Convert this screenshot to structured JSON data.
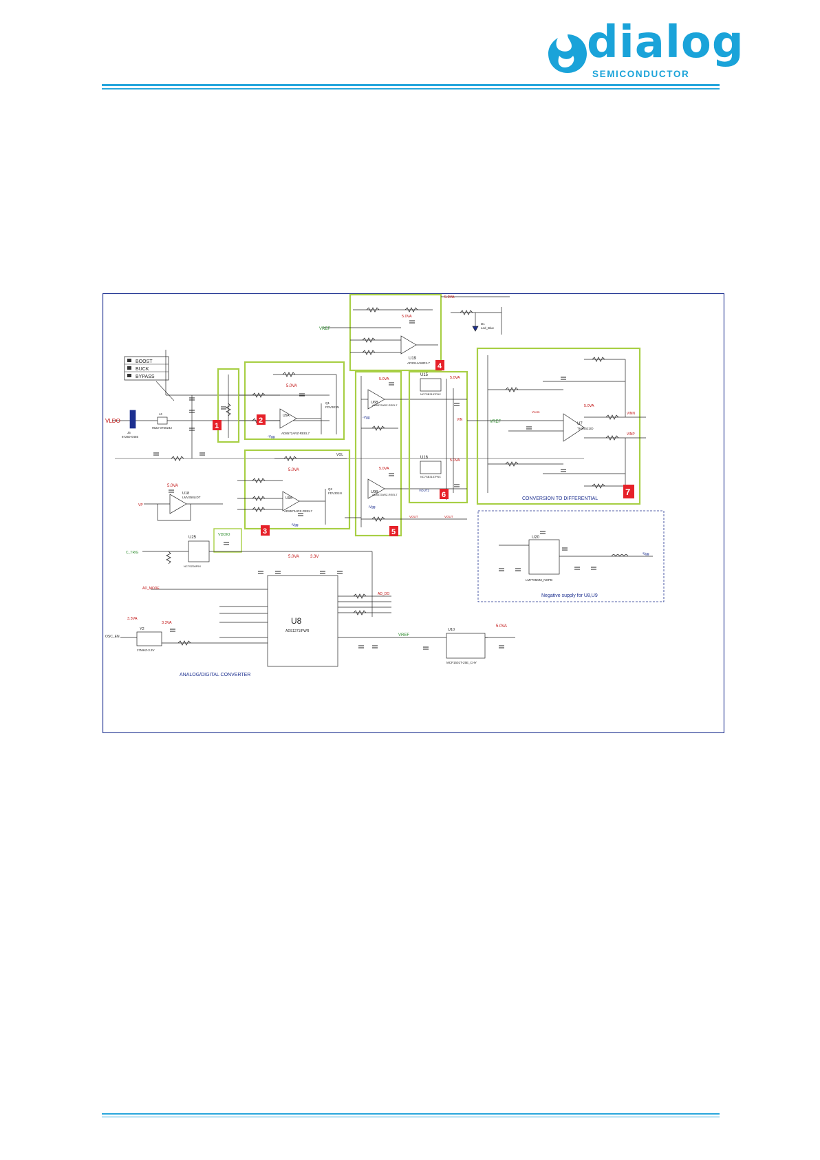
{
  "brand": {
    "name": "dialog",
    "subtitle": "SEMICONDUCTOR",
    "color": "#1aa3d9"
  },
  "schematic": {
    "mode_legend": [
      "BOOST",
      "BUCK",
      "BYPASS"
    ],
    "sections": [
      {
        "number": "1"
      },
      {
        "number": "2"
      },
      {
        "number": "3"
      },
      {
        "number": "4"
      },
      {
        "number": "5"
      },
      {
        "number": "6"
      },
      {
        "number": "7",
        "title": "CONVERSION TO DIFFERENTIAL"
      }
    ],
    "inputs": {
      "vldo": "VLDO",
      "vref": "VREF",
      "vp": "VP",
      "c_trig": "C_TRIG",
      "ad_mode": "AD_MODE",
      "osc_en": "OSC_EN"
    },
    "components": {
      "u19": {
        "ref": "U19",
        "part": "AP2014AWR3-7"
      },
      "u5a": {
        "ref": "U5A",
        "part": "AD8572ARZ-REEL7"
      },
      "u9a": {
        "ref": "U9A",
        "part": "AD8572ARZ-REEL7"
      },
      "u6b": {
        "ref": "U6B",
        "part": "AD8572ARZ-REEL7"
      },
      "u9b": {
        "ref": "U9B",
        "part": "AD8572ARZ-REEL7"
      },
      "u15": {
        "ref": "U15",
        "part": "NC7SB3157P6X"
      },
      "u16": {
        "ref": "U16",
        "part": "NC7SB3157P6X"
      },
      "u7": {
        "ref": "U7",
        "part": "THS4521ID"
      },
      "u18": {
        "ref": "U18",
        "part": "LMV358LIDT"
      },
      "u25": {
        "ref": "U25",
        "part": "NC7SZ08P5X"
      },
      "u8": {
        "ref": "U8",
        "part": "ADS1271IPWR"
      },
      "u20": {
        "ref": "U20",
        "part": "LM7705MM_NOPB"
      },
      "u10": {
        "ref": "U10",
        "part": "MCP1501T-25E_CHY"
      },
      "y2": {
        "ref": "Y2",
        "part": "27MHZ-3.3V"
      },
      "q1": {
        "ref": "Q1",
        "part": "FDV301N"
      },
      "q2": {
        "ref": "Q2",
        "part": "FDV301N"
      },
      "j5": {
        "ref": "J5",
        "part": "87250-0455"
      },
      "j4": {
        "ref": "J4",
        "part": "9622-0760242"
      },
      "d1": {
        "ref": "D1",
        "part": "Led_Blue"
      }
    },
    "rails": {
      "va5": "5.0VA",
      "v33": "3.3V",
      "va33": "3.3VA",
      "vgg": "-Vgg",
      "vddio": "VDDIO"
    },
    "nets": {
      "vol": "VOL",
      "vin": "VIN",
      "vout": "VOUT",
      "vout2": "VOUT2",
      "vinn": "VINN",
      "vinp": "VINP",
      "vcm": "Vcom",
      "ad_do": "AD_DO"
    },
    "neg_supply_title": "Negative supply for U8,U9",
    "adc_title": "ANALOG/DIGITAL CONVERTER"
  }
}
